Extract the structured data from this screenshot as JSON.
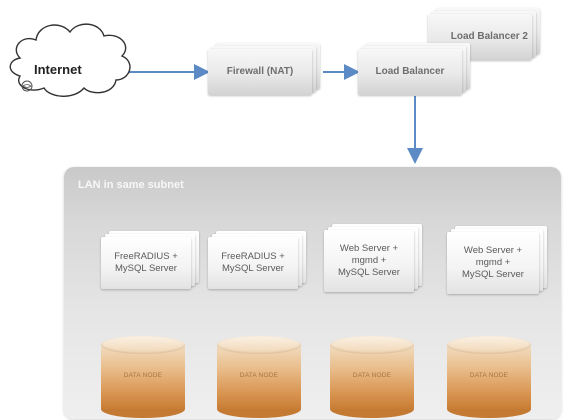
{
  "internet": {
    "label": "Internet"
  },
  "firewall": {
    "label": "Firewall (NAT)"
  },
  "load_balancer": {
    "label": "Load Balancer"
  },
  "load_balancer_2": {
    "label": "Load Balancer 2"
  },
  "lan": {
    "label": "LAN in same subnet"
  },
  "servers": [
    {
      "label": "FreeRADIUS + MySQL Server"
    },
    {
      "label": "FreeRADIUS + MySQL Server"
    },
    {
      "label": "Web Server + mgmd + MySQL Server"
    },
    {
      "label": "Web Server + mgmd + MySQL Server"
    }
  ],
  "data_nodes": [
    {
      "label": "DATA NODE"
    },
    {
      "label": "DATA NODE"
    },
    {
      "label": "DATA NODE"
    },
    {
      "label": "DATA NODE"
    }
  ],
  "colors": {
    "arrow": "#5b8ac4",
    "cylinder": "#d99552",
    "lan_panel": "#d8d8d8"
  }
}
